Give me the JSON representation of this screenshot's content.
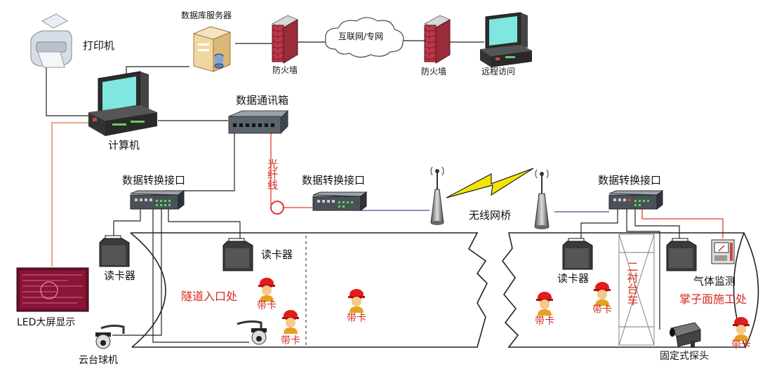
{
  "labels": {
    "printer": "打印机",
    "db_server": "数据库服务器",
    "firewall_left": "防火墙",
    "internet": "互联网/专网",
    "firewall_right": "防火墙",
    "remote_access": "远程访问",
    "computer": "计算机",
    "data_box": "数据通讯箱",
    "fiber_line": "光纤线",
    "dtu_left": "数据转换接口",
    "dtu_mid": "数据转换接口",
    "dtu_right": "数据转换接口",
    "wireless_bridge": "无线网桥",
    "card_reader_1": "读卡器",
    "card_reader_2": "读卡器",
    "card_reader_3": "读卡器",
    "tunnel_entrance": "隧道入口处",
    "tag_1": "带卡",
    "tag_2": "带卡",
    "tag_3": "带卡",
    "tag_4": "带卡",
    "tag_5": "带卡",
    "tag_6": "带卡",
    "led_display": "LED大屏显示",
    "ptz_camera": "云台球机",
    "lining_trolley": "二衬台车",
    "gas_monitor": "气体监测",
    "working_face": "掌子面施工处",
    "fixed_probe": "固定式探头"
  },
  "colors": {
    "line_black": "#222222",
    "line_orange": "#e0703a",
    "fiber_red": "#e03a2a",
    "line_blue": "#3b4fa8",
    "text_red": "#d42a1e",
    "firewall_brick": "#c0374a",
    "bolt_yellow": "#f2e600"
  }
}
